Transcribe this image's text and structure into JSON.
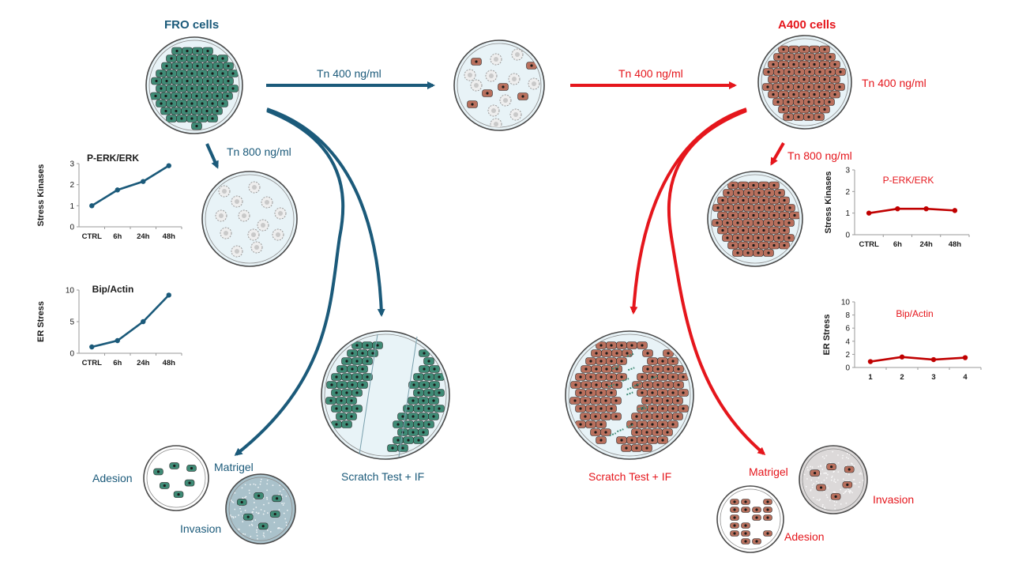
{
  "colors": {
    "fro_blue": "#1b5a7a",
    "a400_red": "#e5161c",
    "cell_green": "#3f8b76",
    "cell_brown": "#b9705d",
    "dish_fill": "#e8f3f7",
    "chart_line_blue": "#1b5a7a",
    "chart_line_red": "#c00000"
  },
  "labels": {
    "fro_title": "FRO cells",
    "a400_title": "A400 cells",
    "tn400_left": "Tn 400 ng/ml",
    "tn400_right": "Tn 400 ng/ml",
    "tn400_a400_dish": "Tn 400 ng/ml",
    "tn800_left": "Tn 800 ng/ml",
    "tn800_right": "Tn 800 ng/ml",
    "scratch_left": "Scratch Test + IF",
    "scratch_right": "Scratch Test + IF",
    "adesion_left": "Adesion",
    "matrigel_left": "Matrigel",
    "invasion_left": "Invasion",
    "matrigel_right": "Matrigel",
    "invasion_right": "Invasion",
    "adesion_right": "Adesion"
  },
  "icons": [
    "arrow-right-icon",
    "curved-arrow-icon",
    "petri-dish-icon",
    "cell-icon"
  ],
  "chart_data": [
    {
      "id": "fro_erk",
      "type": "line",
      "title": "P-ERK/ERK",
      "ylabel": "Stress Kinases",
      "xlabel": "",
      "categories": [
        "CTRL",
        "6h",
        "24h",
        "48h"
      ],
      "values": [
        1.0,
        1.75,
        2.15,
        2.9
      ],
      "ylim": [
        0,
        3
      ],
      "yticks": [
        0,
        1,
        2,
        3
      ],
      "color": "#1b5a7a"
    },
    {
      "id": "fro_bip",
      "type": "line",
      "title": "Bip/Actin",
      "ylabel": "ER Stress",
      "xlabel": "",
      "categories": [
        "CTRL",
        "6h",
        "24h",
        "48h"
      ],
      "values": [
        1.0,
        2.0,
        5.0,
        9.2
      ],
      "ylim": [
        0,
        10
      ],
      "yticks": [
        0,
        5,
        10
      ],
      "color": "#1b5a7a"
    },
    {
      "id": "a400_erk",
      "type": "line",
      "title": "P-ERK/ERK",
      "ylabel": "Stress Kinases",
      "xlabel": "",
      "categories": [
        "CTRL",
        "6h",
        "24h",
        "48h"
      ],
      "values": [
        1.0,
        1.2,
        1.2,
        1.12
      ],
      "ylim": [
        0,
        3
      ],
      "yticks": [
        0,
        1,
        2,
        3
      ],
      "color": "#c00000"
    },
    {
      "id": "a400_bip",
      "type": "line",
      "title": "Bip/Actin",
      "ylabel": "ER Stress",
      "xlabel": "",
      "categories": [
        "1",
        "2",
        "3",
        "4"
      ],
      "values": [
        0.9,
        1.6,
        1.2,
        1.5
      ],
      "ylim": [
        0,
        10
      ],
      "yticks": [
        0,
        2,
        4,
        6,
        8,
        10
      ],
      "color": "#c00000"
    }
  ]
}
